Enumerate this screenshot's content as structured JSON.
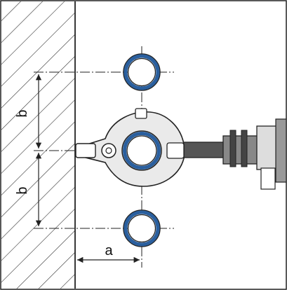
{
  "figure": {
    "labels": {
      "dimension_a": "a",
      "dimension_b_upper": "b",
      "dimension_b_lower": "b"
    },
    "colors": {
      "line": "#222222",
      "pipe_ring": "#2a5f9e",
      "wall_hatch": "#333333",
      "clamp_fill": "#eaeaea",
      "arm_fill": "#555555"
    },
    "elements": {
      "wall": "hatched-wall",
      "pipes": [
        "pipe-top",
        "pipe-middle-clamped",
        "pipe-bottom"
      ],
      "clamp": "pipe-clamp-tool"
    }
  }
}
